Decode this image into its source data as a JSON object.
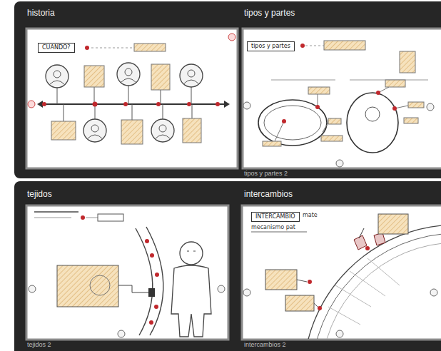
{
  "diagram": {
    "nodes": [
      {
        "text": [
          "historia"
        ]
      },
      {
        "text": [
          "CUANDO?"
        ],
        "in": 0
      },
      {
        "text": [
          "tipos y partes"
        ]
      },
      {
        "text": [
          "tipos y partes"
        ],
        "in": 2
      },
      {
        "text": [
          "tejidos"
        ]
      },
      {
        "text": [
          "intercambios"
        ]
      },
      {
        "text": [
          "INTERCAMBIO"
        ],
        "in": 5
      }
    ],
    "labels": [
      "tipos y partes 2",
      "mate",
      "mecanismo pat",
      "tejidos 2",
      "intercambios 2"
    ]
  }
}
